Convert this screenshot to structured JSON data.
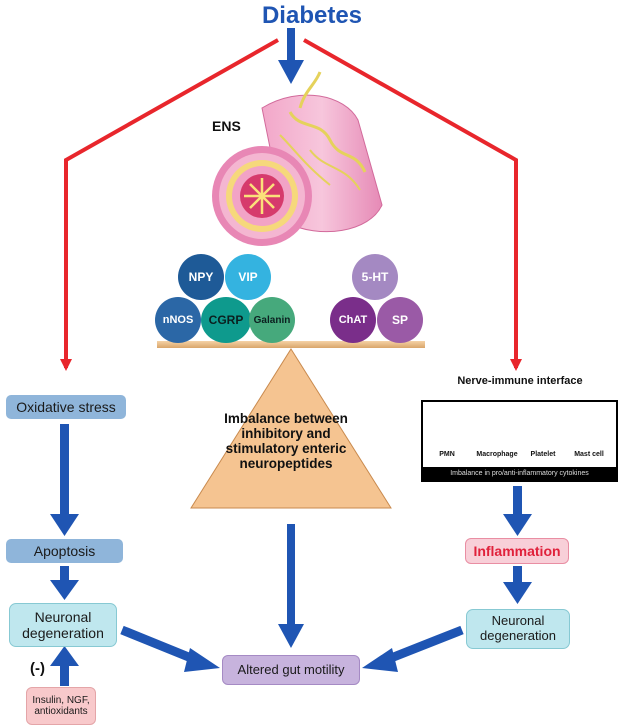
{
  "title": "Diabetes",
  "ens_label": "ENS",
  "left_path": {
    "oxidative_stress": "Oxidative stress",
    "apoptosis": "Apoptosis",
    "neuronal_degeneration": "Neuronal degeneration",
    "inhibition_sign": "(-)",
    "protective_factors": "Insulin, NGF, antioxidants"
  },
  "center_path": {
    "inhibitory_neuropeptides": [
      "NPY",
      "VIP",
      "nNOS",
      "CGRP",
      "Galanin"
    ],
    "stimulatory_neuropeptides": [
      "5-HT",
      "ChAT",
      "SP"
    ],
    "imbalance_text": "Imbalance between inhibitory and stimulatory enteric neuropeptides"
  },
  "right_path": {
    "interface_title": "Nerve-immune interface",
    "immune_cells": [
      "PMN",
      "Macrophage",
      "Platelet",
      "Mast cell"
    ],
    "cytokine_caption": "Imbalance in pro/anti-inflammatory cytokines",
    "inflammation": "Inflammation",
    "neuronal_degeneration": "Neuronal degeneration"
  },
  "outcome": "Altered gut motility",
  "colors": {
    "title_blue": "#1f55b3",
    "red_arrow": "#e8262c",
    "blue_arrow": "#1f55b3",
    "box_blue": "#8fb5da",
    "box_cyan": "#bfe7ee",
    "box_pink": "#f8c9cb",
    "box_purple": "#c7b3dd",
    "triangle": "#f5c491",
    "NPY": "#1e5a97",
    "VIP": "#34b3e0",
    "nNOS": "#2b67a6",
    "CGRP": "#0e9a8d",
    "Galanin": "#46a97c",
    "5-HT": "#a489c2",
    "ChAT": "#7a2e8a",
    "SP": "#9a5aa6"
  }
}
